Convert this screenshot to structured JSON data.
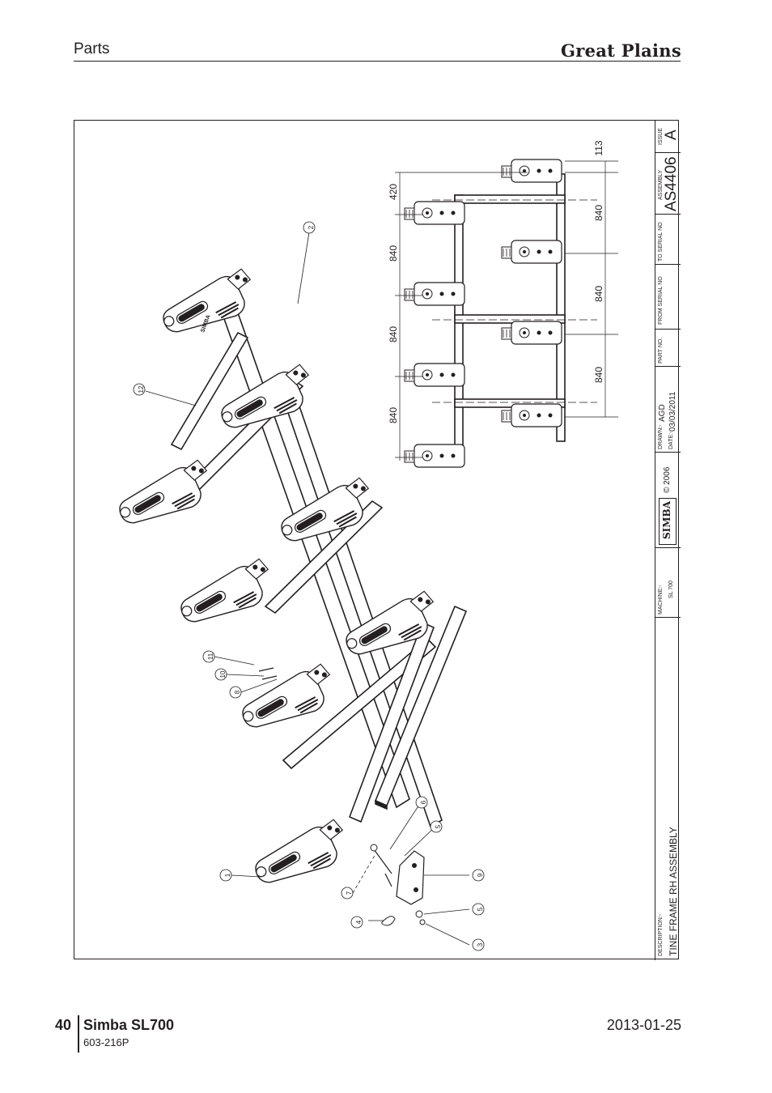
{
  "header": {
    "section": "Parts",
    "brand": "Great Plains"
  },
  "drawing": {
    "dimensions": [
      "113",
      "840",
      "840",
      "840",
      "420",
      "840",
      "840",
      "840"
    ],
    "balloons": [
      "2",
      "12",
      "11",
      "10",
      "8",
      "6",
      "5",
      "1",
      "7",
      "9",
      "4",
      "5",
      "3"
    ],
    "brand_mark": "SIMBA"
  },
  "title_block": {
    "issue_label": "ISSUE",
    "issue_value": "A",
    "assembly_label": "ASSEMBLY",
    "assembly_value": "AS4406",
    "to_serial_label": "TO SERIAL NO",
    "from_serial_label": "FROM SERIAL NO",
    "part_no_label": "PART NO.",
    "drawn_label": "DRAWN:-",
    "drawn_value": "AGD",
    "date_label": "DATE:-",
    "date_value": "03/03/2011",
    "logo_text": "SIMBA",
    "copyright": "© 2006",
    "machine_label": "MACHINE:-",
    "machine_value": "SL 700",
    "description_label": "DESCRIPTION:-",
    "description_value": "TINE FRAME RH ASSEMBLY"
  },
  "footer": {
    "page_number": "40",
    "product": "Simba SL700",
    "part_number": "603-216P",
    "date": "2013-01-25"
  }
}
